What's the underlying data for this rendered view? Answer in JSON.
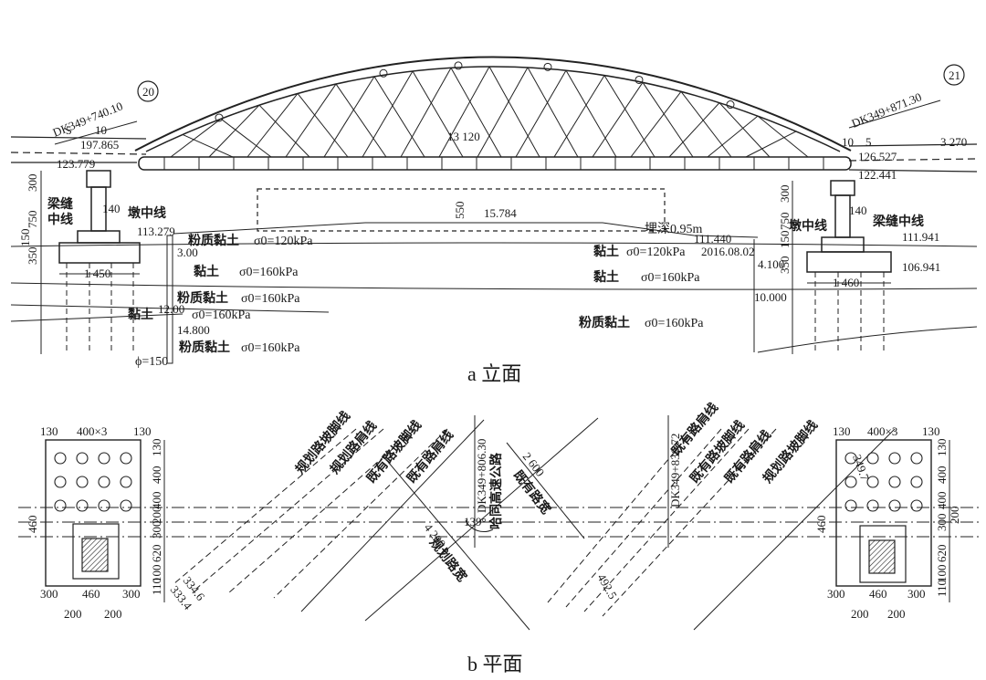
{
  "elevation": {
    "caption": "a 立面",
    "left_station": "DK349+740.10",
    "left_pier_no": "20",
    "right_station": "DK349+871.30",
    "right_pier_no": "21",
    "span": "13 120",
    "left_gap_a": "5",
    "left_gap_b": "10",
    "left_top_elev": "197.865",
    "left_deck_elev": "123.779",
    "left_pier_elev": "113.279",
    "right_gap_a": "10",
    "right_gap_b": "5",
    "right_deck_elev": "126.527",
    "right_bearing_elev": "122.441",
    "right_width": "3 270",
    "clearance_dim": "550",
    "clearance_elev": "15.784",
    "burial_depth": "埋深0.95m",
    "date_elev": "111.440",
    "date": "2016.08.02",
    "right_pile_elev1": "111.941",
    "right_pile_elev2": "106.941",
    "right_depth1": "4.100",
    "right_depth2": "10.000",
    "left_depth1": "3.00",
    "left_depth2": "12.00",
    "left_depth3": "14.800",
    "pile_dia": "ϕ=150",
    "left_cap_width": "1 450",
    "right_cap_width": "1 460",
    "pier_top_w": "140",
    "left_dims_vert": [
      "300",
      "750",
      "150",
      "350"
    ],
    "right_dims_vert": [
      "300",
      "750",
      "150",
      "350"
    ],
    "label_joint": "梁缝中线",
    "label_joint_l1": "梁缝",
    "label_joint_l2": "中线",
    "label_pier_center": "墩中线",
    "soils": [
      {
        "name": "粉质黏土",
        "sigma": "σ0=120kPa"
      },
      {
        "name": "黏土",
        "sigma": "σ0=160kPa"
      },
      {
        "name": "粉质黏土",
        "sigma": "σ0=160kPa"
      },
      {
        "name": "黏土",
        "sigma": "σ0=160kPa"
      },
      {
        "name": "粉质黏土",
        "sigma": "σ0=160kPa"
      },
      {
        "name": "黏土",
        "sigma": "σ0=120kPa"
      },
      {
        "name": "黏土",
        "sigma": "σ0=160kPa"
      },
      {
        "name": "粉质黏土",
        "sigma": "σ0=160kPa"
      }
    ]
  },
  "plan": {
    "caption": "b 平面",
    "top_dims": [
      "130",
      "400×3",
      "130"
    ],
    "left_side_dims": [
      "130",
      "400",
      "400",
      "200",
      "300",
      "620",
      "100",
      "110"
    ],
    "left_bottom_dims": [
      "300",
      "460",
      "300"
    ],
    "left_bottom_dims2": [
      "200",
      "200"
    ],
    "left_w": "460",
    "right_w": "460",
    "right_side_dims": [
      "130",
      "400",
      "400",
      "300",
      "200",
      "620",
      "100",
      "110"
    ],
    "road_labels": [
      "规划路坡脚线",
      "规划路肩线",
      "既有路坡脚线",
      "既有路肩线",
      "既有路肩线",
      "既有路坡脚线",
      "既有路肩线",
      "规划路坡脚线"
    ],
    "highway": "哈同高速公路",
    "station_mid": "DK349+806.30",
    "station_right": "DK349+836.72",
    "angle": "139°",
    "existing_width": "既有路宽",
    "existing_width_val": "2 600",
    "planned_width": "规划路宽",
    "planned_width_val": "4 200",
    "dim_left_a": "334.6",
    "dim_left_b": "333.4",
    "dim_right_a": "349.7",
    "dim_right_b": "492.5"
  }
}
